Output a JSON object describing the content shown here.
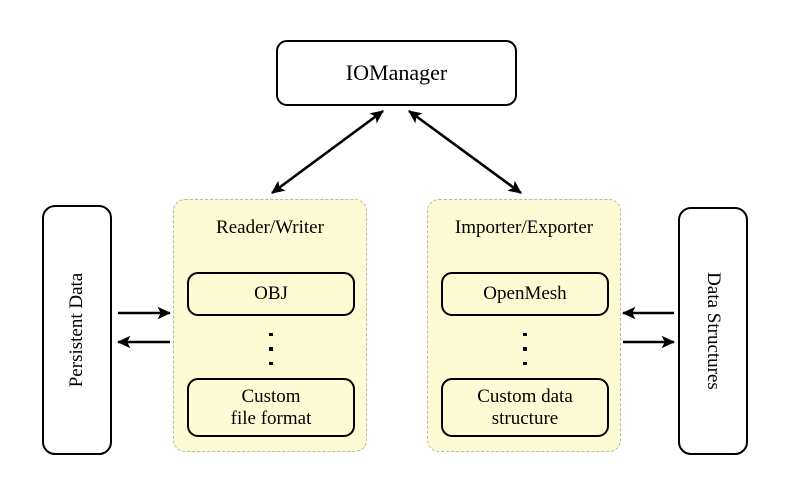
{
  "diagram": {
    "title": "IOManager architecture diagram",
    "background_color": "#ffffff",
    "group_fill_color": "#fcfbd3",
    "group_border_color": "#b9b9ae",
    "node_border_color": "#000000",
    "manager": {
      "label": "IOManager"
    },
    "groups": [
      {
        "id": "reader-writer",
        "title": "Reader/Writer",
        "items": [
          {
            "label": "OBJ"
          },
          {
            "label": "Custom\nfile format",
            "line1": "Custom",
            "line2": "file format"
          }
        ],
        "ellipsis": "⋮"
      },
      {
        "id": "importer-exporter",
        "title": "Importer/Exporter",
        "items": [
          {
            "label": "OpenMesh"
          },
          {
            "label": "Custom data\nstructure",
            "line1": "Custom data",
            "line2": "structure"
          }
        ],
        "ellipsis": "⋮"
      }
    ],
    "side_nodes": [
      {
        "id": "persistent-data",
        "label": "Persistent Data",
        "orientation": "rotated-ccw"
      },
      {
        "id": "data-structures",
        "label": "Data Structures",
        "orientation": "rotated-cw"
      }
    ],
    "connections": [
      {
        "id": "manager-to-reader-writer",
        "from": "IOManager",
        "to": "Reader/Writer",
        "style": "double-headed-arrow"
      },
      {
        "id": "manager-to-importer-exporter",
        "from": "IOManager",
        "to": "Importer/Exporter",
        "style": "double-headed-arrow"
      },
      {
        "id": "persistent-data-to-reader-writer",
        "from": "Persistent Data",
        "to": "Reader/Writer",
        "style": "arrow-right"
      },
      {
        "id": "reader-writer-to-persistent-data",
        "from": "Reader/Writer",
        "to": "Persistent Data",
        "style": "arrow-left"
      },
      {
        "id": "data-structures-to-importer-exporter",
        "from": "Data Structures",
        "to": "Importer/Exporter",
        "style": "arrow-left"
      },
      {
        "id": "importer-exporter-to-data-structures",
        "from": "Importer/Exporter",
        "to": "Data Structures",
        "style": "arrow-right"
      }
    ]
  }
}
